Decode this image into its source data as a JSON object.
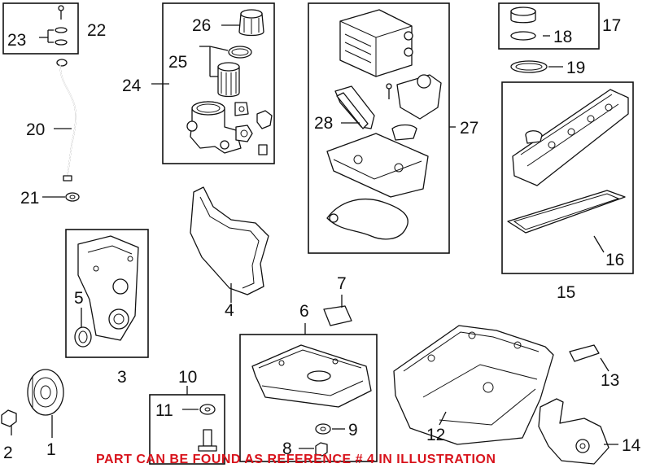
{
  "diagram": {
    "callouts": {
      "p1": "1",
      "p2": "2",
      "p3": "3",
      "p4": "4",
      "p5": "5",
      "p6": "6",
      "p7": "7",
      "p8": "8",
      "p9": "9",
      "p10": "10",
      "p11": "11",
      "p12": "12",
      "p13": "13",
      "p14": "14",
      "p15": "15",
      "p16": "16",
      "p17": "17",
      "p18": "18",
      "p19": "19",
      "p20": "20",
      "p21": "21",
      "p22": "22",
      "p23": "23",
      "p24": "24",
      "p25": "25",
      "p26": "26",
      "p27": "27",
      "p28": "28"
    },
    "notice": "PART CAN BE FOUND AS REFERENCE # 4 IN ILLUSTRATION",
    "colors": {
      "line": "#111111",
      "notice": "#d8121b",
      "background": "#ffffff"
    }
  }
}
